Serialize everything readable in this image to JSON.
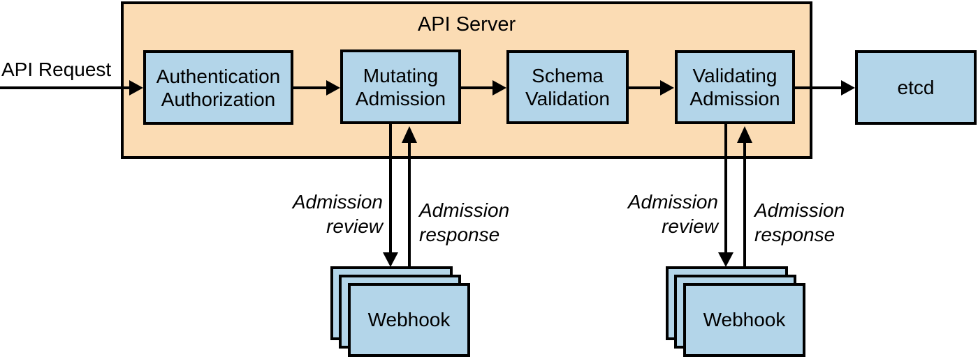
{
  "figure": {
    "request_label": "API Request",
    "server": {
      "title": "API Server",
      "stages": [
        {
          "line1": "Authentication",
          "line2": "Authorization"
        },
        {
          "line1": "Mutating",
          "line2": "Admission"
        },
        {
          "line1": "Schema",
          "line2": "Validation"
        },
        {
          "line1": "Validating",
          "line2": "Admission"
        }
      ]
    },
    "store_label": "etcd",
    "webhooks": {
      "label": "Webhook",
      "review": {
        "line1": "Admission",
        "line2": "review"
      },
      "response": {
        "line1": "Admission",
        "line2": "response"
      }
    },
    "colors": {
      "server_fill": "#fbdcb4",
      "node_fill": "#b3d5e9",
      "line": "#000000"
    }
  }
}
